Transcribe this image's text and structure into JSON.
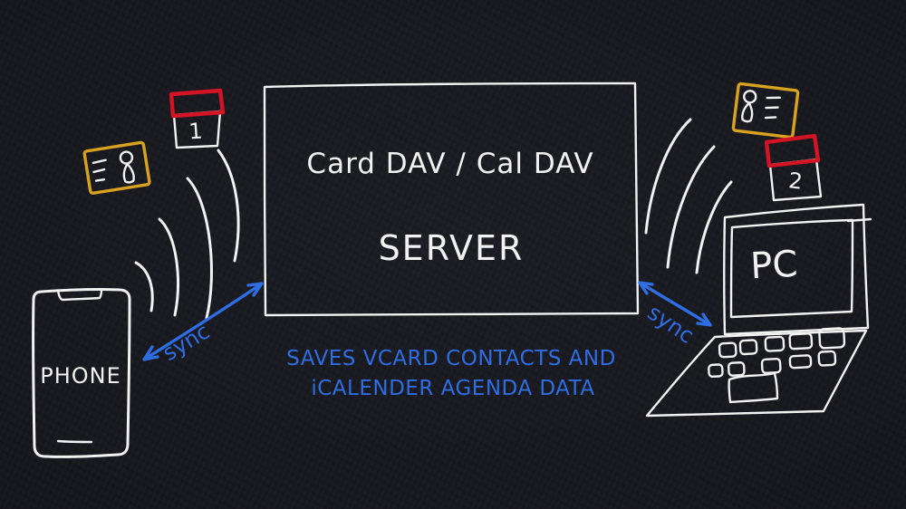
{
  "colors": {
    "background": "#17171e",
    "stroke": "#f2f2f2",
    "blue": "#2e6ee3",
    "gold": "#d7a21f",
    "red": "#d41424"
  },
  "server": {
    "title": "Card DAV / Cal DAV",
    "subtitle": "SERVER"
  },
  "phone": {
    "label": "PHONE"
  },
  "pc": {
    "label": "PC"
  },
  "sync": {
    "left": "sync",
    "right": "sync"
  },
  "note": {
    "line1": "SAVES VCARD CONTACTS AND",
    "line2": "iCALENDER AGENDA DATA"
  },
  "calendar_left": {
    "day": "1"
  },
  "calendar_right": {
    "day": "2"
  },
  "icons": {
    "vcard_left": "contact-card-icon",
    "calendar_left": "calendar-icon",
    "vcard_right": "contact-card-icon",
    "calendar_right": "calendar-icon",
    "signal_left": "signal-waves-icon",
    "signal_right": "signal-waves-icon",
    "sync_left": "double-arrow-icon",
    "sync_right": "double-arrow-icon"
  }
}
